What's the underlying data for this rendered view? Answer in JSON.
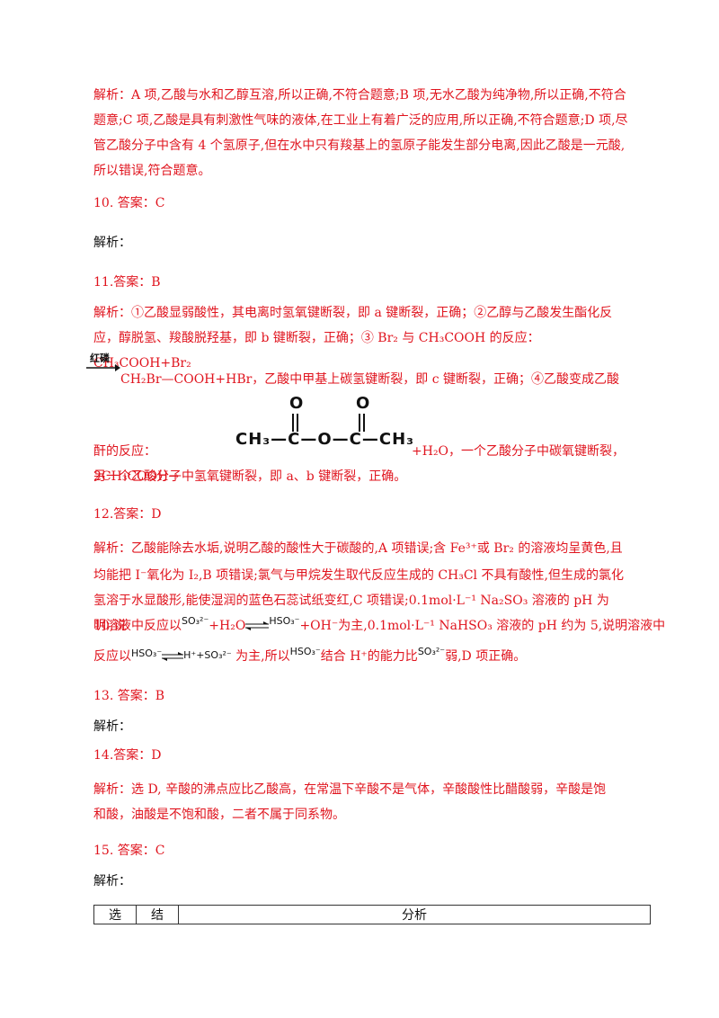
{
  "q9": {
    "analysis": "解析：A 项,乙酸与水和乙醇互溶,所以正确,不符合题意;B 项,无水乙酸为纯净物,所以正确,不符合题意;C 项,乙酸是具有刺激性气味的液体,在工业上有着广泛的应用,所以正确,不符合题意;D 项,尽管乙酸分子中含有 4 个氢原子,但在水中只有羧基上的氢原子能发生部分电离,因此乙酸是一元酸,所以错误,符合题意。"
  },
  "q10": {
    "answer": "10. 答案：C",
    "analysis": "解析："
  },
  "q11": {
    "answer": "11.答案：B",
    "line1": "解析：①乙酸显弱酸性，其电离时氢氧键断裂，即 a 键断裂，正确；②乙醇与乙酸发生酯化反",
    "line2": "应，醇脱氢、羧酸脱羟基，即 b 键断裂，正确；③ Br₂ 与 CH₃COOH 的反应：CH₃COOH+Br₂",
    "catalyst": "红磷",
    "line3": "CH₂Br—COOH+HBr，乙酸中甲基上碳氢键断裂，即 c 键断裂，正确；④乙酸变成乙酸",
    "line4a": "酐的反应：2CH₃COOH→",
    "structure": {
      "o1": "O",
      "o2": "O",
      "chain": "CH₃—C—O—C—CH₃"
    },
    "line4b": "+H₂O，一个乙酸分子中碳氧键断裂，",
    "line5": "另一个乙酸分子中氢氧键断裂，即 a、b 键断裂，正确。"
  },
  "q12": {
    "answer": "12.答案：D",
    "line1": "解析：乙酸能除去水垢,说明乙酸的酸性大于碳酸的,A 项错误;含 Fe³⁺或 Br₂ 的溶液均呈黄色,且",
    "line2": "均能把 I⁻氧化为 I₂,B 项错误;氯气与甲烷发生取代反应生成的 CH₃Cl 不具有酸性,但生成的氯化",
    "line3": "氢溶于水显酸形,能使湿润的蓝色石蕊试纸变红,C 项错误;0.1mol·L⁻¹ Na₂SO₃ 溶液的 pH 为 10,说",
    "line4_pre": "明溶液中反应以",
    "ion_so3": "SO₃²⁻",
    "line4_mid": "+H₂O",
    "ion_hso3": "HSO₃⁻",
    "line4_post": "+OH⁻为主,0.1mol·L⁻¹ NaHSO₃ 溶液的 pH 约为 5,说明溶液中",
    "line5_pre": "反应以",
    "line5_hso3": "HSO₃⁻",
    "line5_eq": "H⁺+SO₃²⁻",
    "line5_mid": "为主,所以",
    "line5_hso3b": "HSO₃⁻",
    "line5_mid2": "结合 H⁺的能力比",
    "line5_so3": "SO₃²⁻",
    "line5_post": "弱,D 项正确。"
  },
  "q13": {
    "answer": "13. 答案：B",
    "analysis": "解析："
  },
  "q14": {
    "answer": "14.答案：D",
    "line1": "解析：选 D, 辛酸的沸点应比乙酸高，在常温下辛酸不是气体，辛酸酸性比醋酸弱，辛酸是饱",
    "line2": "和酸，油酸是不饱和酸，二者不属于同系物。"
  },
  "q15": {
    "answer": "15. 答案：C",
    "analysis": "解析："
  },
  "table": {
    "headers": [
      "选",
      "结",
      "分析"
    ]
  }
}
